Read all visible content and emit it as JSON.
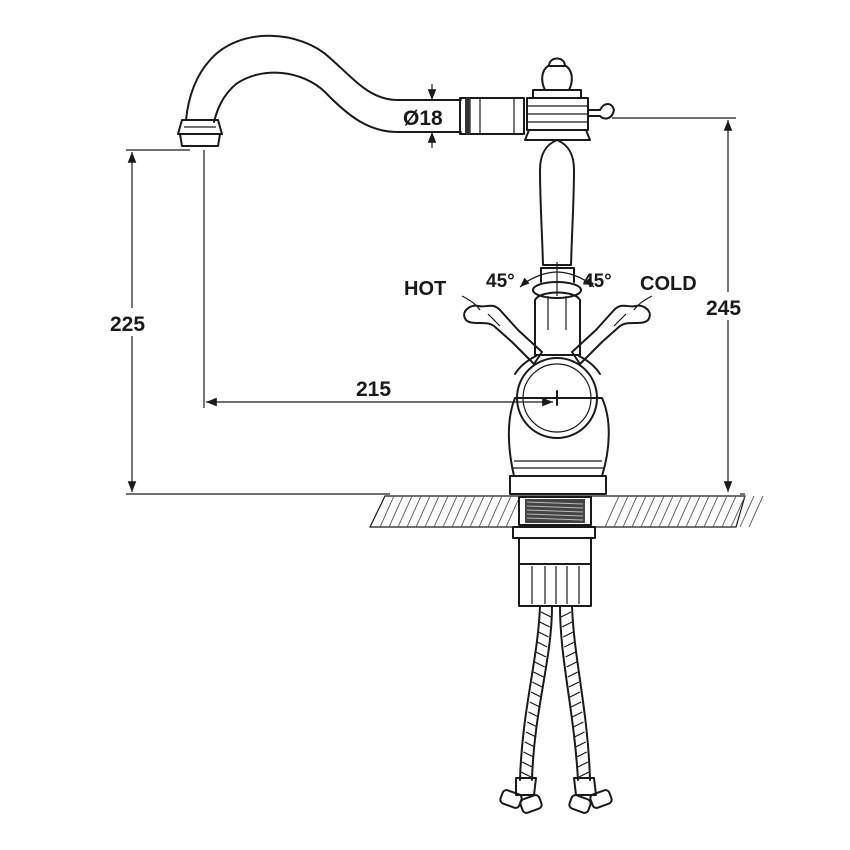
{
  "drawing": {
    "labels": {
      "diameter": "Ø18",
      "hot": "HOT",
      "cold": "COLD",
      "angle_hot": "45°",
      "angle_cold": "45°",
      "height_spout": "225",
      "height_total": "245",
      "reach": "215"
    }
  }
}
